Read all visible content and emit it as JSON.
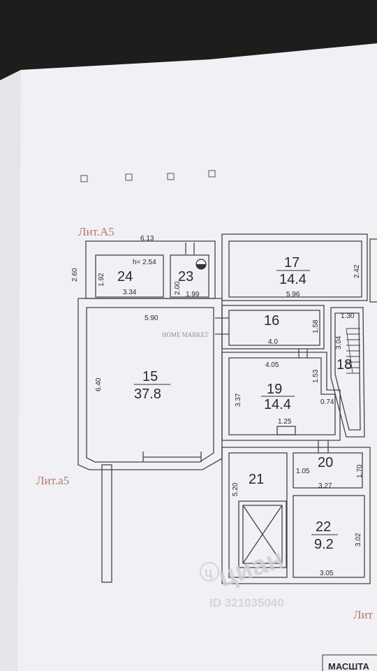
{
  "labels": {
    "lit_a5_top": "Лит.А5",
    "lit_a5_left": "Лит.а5",
    "lit_right": "Лит",
    "masht": "МАСШТА",
    "home_market": "HOME MARKET",
    "cian_brand": "циан",
    "listing_id": "ID 321035040",
    "ceiling_height": "h= 2.54"
  },
  "rooms": [
    {
      "id": "15",
      "area": "37.8"
    },
    {
      "id": "16",
      "area": ""
    },
    {
      "id": "17",
      "area": "14.4"
    },
    {
      "id": "18",
      "area": ""
    },
    {
      "id": "19",
      "area": "14.4"
    },
    {
      "id": "20",
      "area": ""
    },
    {
      "id": "21",
      "area": ""
    },
    {
      "id": "22",
      "area": "9.2"
    },
    {
      "id": "23",
      "area": ""
    },
    {
      "id": "24",
      "area": ""
    }
  ],
  "dimensions": {
    "d613": "6.13",
    "d260": "2.60",
    "d192": "1.92",
    "d334": "3.34",
    "d200": "2.00",
    "d199": "1.99",
    "d590": "5.90",
    "d640": "6.40",
    "d596": "5.96",
    "d242": "2.42",
    "d40": "4.0",
    "d158": "1.58",
    "d130": "1.30",
    "d304": "3.04",
    "d405": "4.05",
    "d153": "1.53",
    "d337": "3.37",
    "d074": "0.74",
    "d125": "1.25",
    "d105": "1.05",
    "d170": "1.70",
    "d520": "5.20",
    "d327": "3.27",
    "d302": "3.02",
    "d305": "3.05"
  }
}
